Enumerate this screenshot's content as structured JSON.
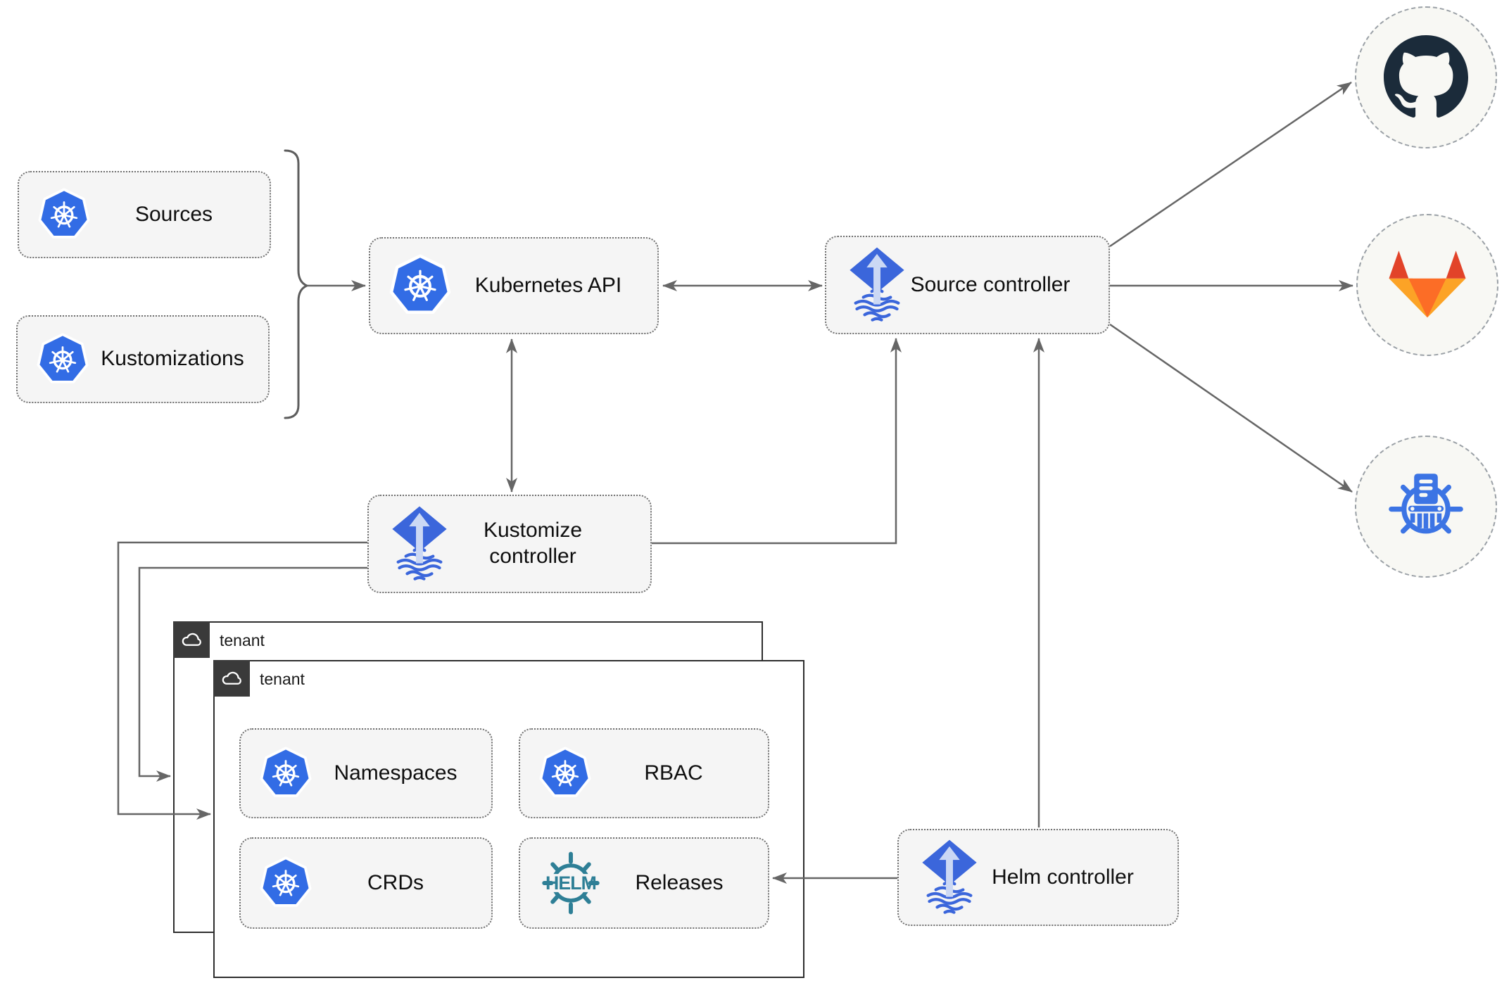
{
  "nodes": {
    "sources": {
      "label": "Sources",
      "icon": "kubernetes"
    },
    "kustomizations": {
      "label": "Kustomizations",
      "icon": "kubernetes"
    },
    "kubernetes_api": {
      "label": "Kubernetes API",
      "icon": "kubernetes"
    },
    "source_controller": {
      "label": "Source controller",
      "icon": "flux"
    },
    "kustomize_controller": {
      "label": "Kustomize controller",
      "icon": "flux"
    },
    "helm_controller": {
      "label": "Helm controller",
      "icon": "flux"
    },
    "tenant_back": {
      "label": "tenant",
      "icon": "cloud"
    },
    "tenant_front": {
      "label": "tenant",
      "icon": "cloud"
    },
    "namespaces": {
      "label": "Namespaces",
      "icon": "kubernetes"
    },
    "rbac": {
      "label": "RBAC",
      "icon": "kubernetes"
    },
    "crds": {
      "label": "CRDs",
      "icon": "kubernetes"
    },
    "releases": {
      "label": "Releases",
      "icon": "helm"
    },
    "github": {
      "icon": "github"
    },
    "gitlab": {
      "icon": "gitlab"
    },
    "harbor": {
      "icon": "harbor"
    }
  },
  "edges": [
    {
      "from": "sources-and-kustomizations-brace",
      "to": "kubernetes_api",
      "type": "arrow"
    },
    {
      "from": "kubernetes_api",
      "to": "source_controller",
      "type": "double-arrow"
    },
    {
      "from": "kubernetes_api",
      "to": "kustomize_controller",
      "type": "double-arrow"
    },
    {
      "from": "kustomize_controller",
      "to": "source_controller",
      "type": "arrow"
    },
    {
      "from": "helm_controller",
      "to": "source_controller",
      "type": "arrow"
    },
    {
      "from": "kustomize_controller",
      "to": "tenant_front",
      "type": "arrow"
    },
    {
      "from": "kustomize_controller",
      "to": "tenant_back",
      "type": "arrow"
    },
    {
      "from": "helm_controller",
      "to": "releases",
      "type": "arrow"
    },
    {
      "from": "source_controller",
      "to": "github",
      "type": "arrow"
    },
    {
      "from": "source_controller",
      "to": "gitlab",
      "type": "arrow"
    },
    {
      "from": "source_controller",
      "to": "harbor",
      "type": "arrow"
    }
  ],
  "colors": {
    "node_background": "#f5f5f5",
    "node_border": "#707070",
    "arrow": "#666666",
    "kubernetes_blue": "#326CE5",
    "flux_blue": "#3B66DB",
    "flux_light": "#CBD8F4",
    "helm_teal": "#2E7F96",
    "github_dark": "#1B2B3A",
    "gitlab_red": "#E24329",
    "gitlab_orange": "#FC6D26",
    "gitlab_yellow": "#FCA326",
    "harbor_blue": "#3C74E4",
    "tenant_badge": "#3a3a3a"
  }
}
